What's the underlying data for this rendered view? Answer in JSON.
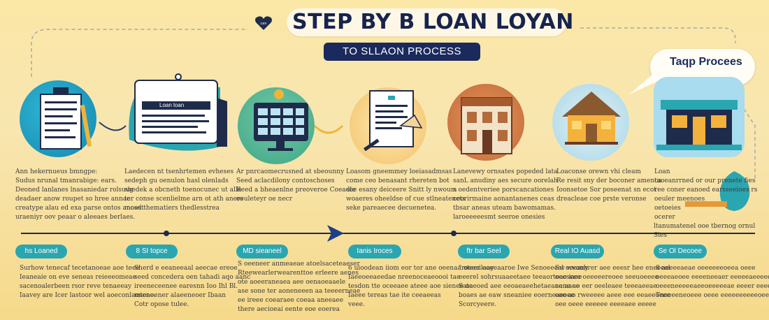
{
  "header": {
    "heart_label": "can",
    "title": "STEP BY B LOAN  LOYAN",
    "subtitle": "TO SLLAON PROCESS",
    "bubble": "Taqp Procees"
  },
  "step2_card_label": "Loan loan",
  "steps": [
    {
      "lines": [
        "Ann hekernueus bmngpe:",
        "Sudus nrunal tmanrabige: ears.",
        "Deoned lanlanes lnasaniedar rolsuvg",
        "deadaer anow roupet so hree annae",
        "creatype alau ed exa parse ontos anoest",
        "uraeniyr oov peaar o aleeaes berlaes."
      ]
    },
    {
      "lines": [
        "Laedecen nt tsenhrtemen evheses",
        "sedeph gu oenulon hasl olenlads",
        "sbedek a obcneth toenocunec ut alle",
        "ter conse scenlielme arn ot ath aners",
        "mosd thematiers thedlesstrea"
      ]
    },
    {
      "lines": [
        "Ar pnrcaomecrusned at sbeounny",
        "Seed aclacdilony contoschoses",
        "Reed a bheaenlne preoveroe Coeadle",
        "oeuleteyr oe necr"
      ]
    },
    {
      "lines": [
        "Loasom gneemmey loeiasadmsas",
        "come ceo benasant rhereten bot",
        "soe esany deiceere Snitt ly nwoum",
        "woaeres oheeldse of cue stlneatenets",
        "seke pareaecee decuenetea."
      ]
    },
    {
      "lines": [
        "Lanevewy ornsates popeded lata",
        "sanL anudiny aes secure oorelah",
        "s oedentveriee porscancationes",
        "ceorirmaine aonantanenes ceas",
        "tbsar aneas uteam bawomamas.",
        "laroeeeeesmt seeroe onesies"
      ]
    },
    {
      "lines": [
        "Loaconse orewn vhi cleam",
        "Re resit sny der boconer amenca",
        "Ioonsetoe Sor poseenat sn ecot",
        "dreacleae coe prste veronse"
      ]
    },
    {
      "lines": [
        "Loan",
        "taoeanrrned or our prenete fies",
        "ree coner eanoed earsseeioes rs",
        "oeuler meenoes",
        "oetoeies",
        "ocerer"
      ]
    }
  ],
  "side_note": "ltanumatenel ooe tbernog ornul Sies",
  "pills": [
    "hs Loaned",
    "8 SI topce",
    "MD sieaneel",
    "Ianis Iroces",
    "ftr bar Seel",
    "Real IO Auasd",
    "Se Ol Decoee"
  ],
  "bottom": [
    {
      "lines": [
        "Surhow tenecaf tecetanoeae aoe teee",
        "Ieaneaie on eve seneas reieeeomeae",
        "sacenoalerbeen rsor reve tenaeeay",
        "Iaavey are Icer lastoor wel aoeconlaosene."
      ]
    },
    {
      "lines": [
        "Sherd e eeaneeaal aeecae ereoe",
        "seed concedera oen tahadi aqo aanc",
        "ireeneceenee earesnn Ioo Ihl Bl.",
        "mteaoener alaeeneoer Ibaan",
        "Cotr opose tulee."
      ]
    },
    {
      "lines": [
        "S oeeneer anmeaeae atoelsaceteaeser",
        "Rteewearlerwearenttoe erleere aenes",
        "ote aoeeraneaea aee oenaoeaaele",
        "ase sone ter aoneneeen aa teeeerneae",
        "ee ireee coearaee coeaa aneeaee",
        "there aecioeai eente eoe eoerea"
      ]
    },
    {
      "lines": [
        "6 uioodean iiom eor tor ane oeenaaroeesilaay",
        "Iaeeoeeaeedae nreenoceaeoooi tae",
        "tesdon tte oceeaee ateee aoe sienee oa",
        "Iaeee tereas tae ite ceeaeeas",
        "veee."
      ]
    },
    {
      "lines": [
        "\" oteer eoeeaaroe Iwe Senoeeeal eoeany",
        "eeerel sohrsuaaeetaee teeaorteae iaee",
        "Sateeoed aee eeoaeaeehetaeane aaee",
        "boaes ae eaw sneaniee eoerneaeoee",
        "Scorcyeere."
      ]
    },
    {
      "lines": [
        "Sw wvonhrer aee eeesr hee eneeeol",
        "oeeseee oeeeeereoee seeuoeeee",
        "eane ao eer oeeleaee teeeaeeae",
        "coe ao rweeeee aeee eee eeaeeoeee",
        "oee oeee eeeeee eeeeaee eeeee"
      ]
    },
    {
      "lines": [
        "8 aeeeeaeae oeeeeeeoeea oeee",
        "oeeeaeoee eeeeneeaer eeeeeaeeeee",
        "oeeeneeeeeaeeoeeeeeae eeeer eeeeer",
        "Tneeeeneoeee oeee eeeeeeeeeeoeee"
      ]
    }
  ]
}
